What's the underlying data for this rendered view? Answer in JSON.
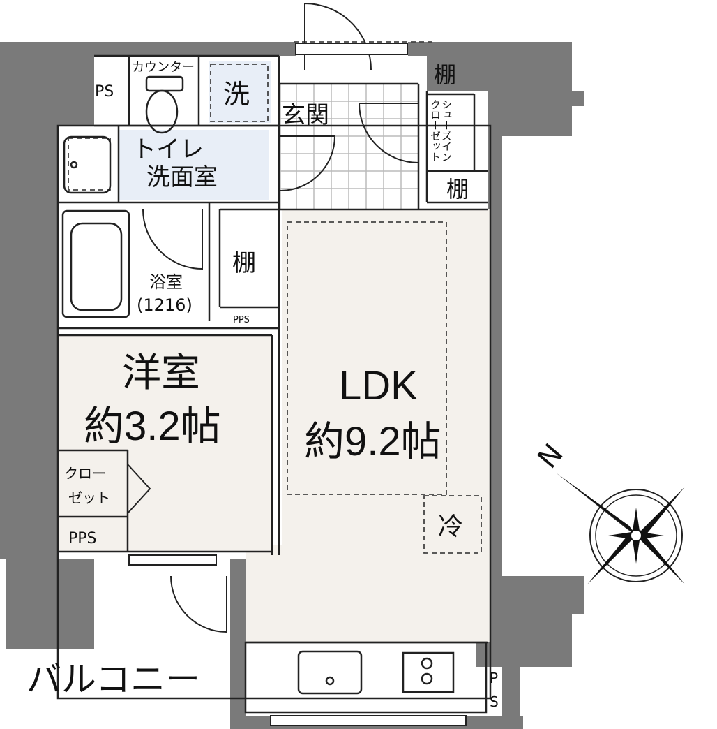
{
  "rooms": {
    "ps_top": "PS",
    "counter": "カウンター",
    "washer": "洗",
    "entrance": "玄関",
    "shelf_top": "棚",
    "shoe_closet": "シューズイン\nクローゼット",
    "shelf_mid": "棚",
    "toilet_label_1": "トイレ",
    "toilet_label_2": "洗面室",
    "shelf_center": "棚",
    "bath_label": "浴室",
    "bath_size": "(1216)",
    "pps_center": "PPS",
    "western_room_label": "洋室",
    "western_room_size": "約3.2帖",
    "ldk_label": "LDK",
    "ldk_size": "約9.2帖",
    "closet_1": "クロー",
    "closet_2": "ゼット",
    "pps_left": "PPS",
    "fridge": "冷",
    "balcony": "バルコニー",
    "ps_bottom_1": "P",
    "ps_bottom_2": "S"
  },
  "compass": {
    "north_label": "N"
  },
  "colors": {
    "wall": "#7a7a7a",
    "room_fill": "#f4f1ec",
    "wet_fill": "#e8eef7",
    "line": "#222222",
    "white": "#ffffff"
  }
}
